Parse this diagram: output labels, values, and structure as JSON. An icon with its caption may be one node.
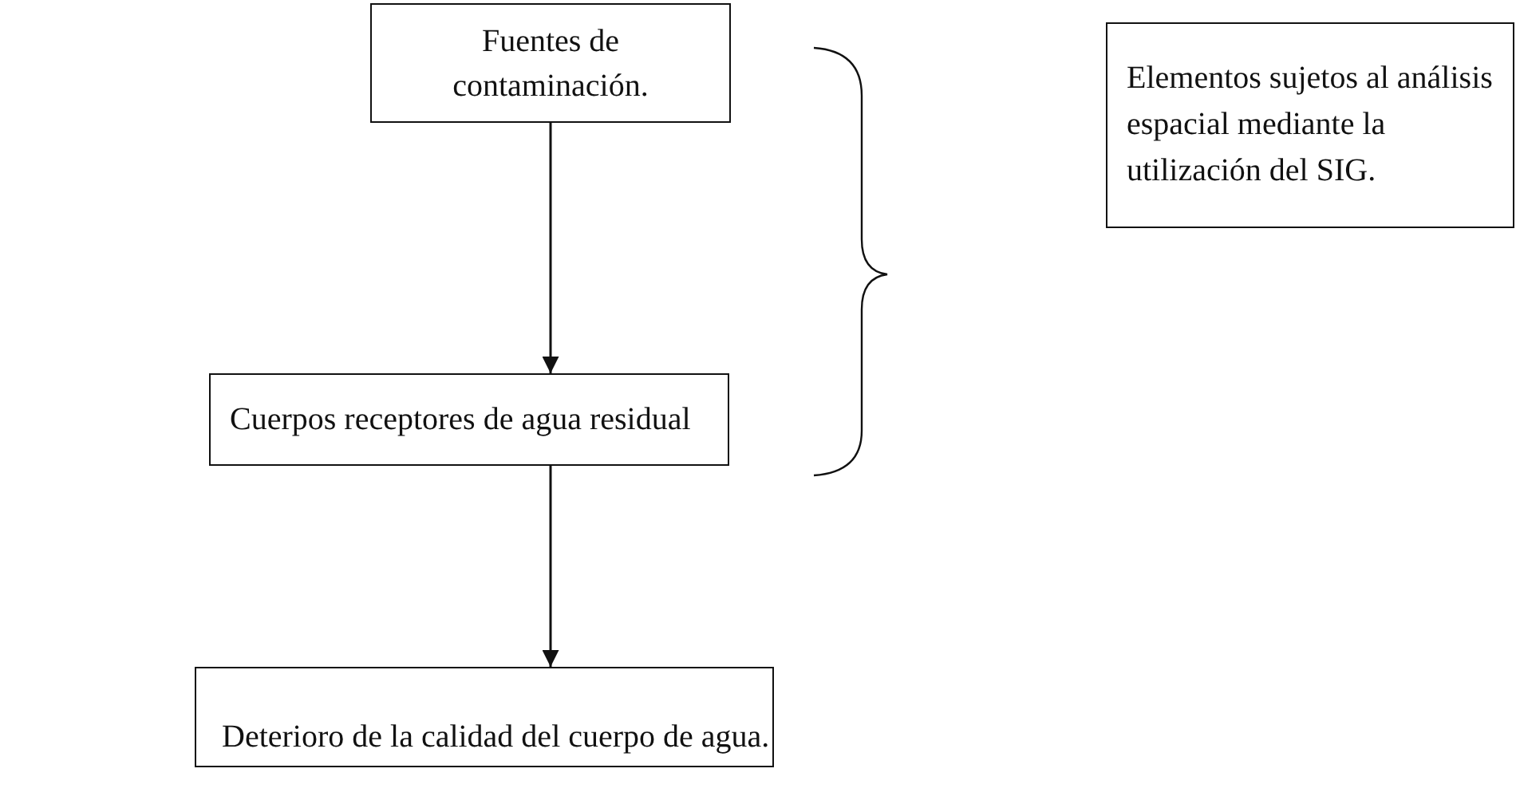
{
  "diagram": {
    "nodes": [
      {
        "text": [
          "Fuentes de contaminación."
        ]
      },
      {
        "text": [
          "Cuerpos receptores de agua residual"
        ]
      },
      {
        "text": [
          "Deterioro de la calidad del cuerpo de agua."
        ]
      },
      {
        "text": [
          "Elementos sujetos al análisis espacial mediante la utilización del SIG."
        ]
      }
    ],
    "edges": [
      {
        "from": 0,
        "to": 1,
        "arrow": "to"
      },
      {
        "from": 1,
        "to": 2,
        "arrow": "to"
      }
    ]
  }
}
